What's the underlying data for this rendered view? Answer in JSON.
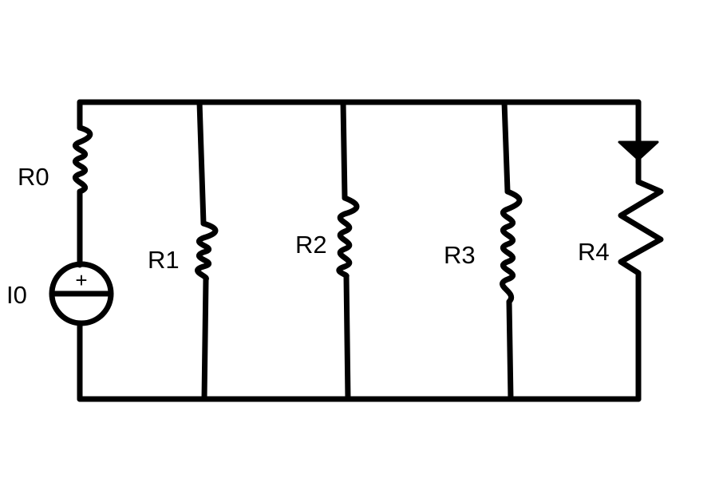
{
  "diagram": {
    "background": "#ffffff",
    "line_color": "#000000",
    "components": [
      {
        "id": "I0",
        "type": "voltage-source",
        "label": "I0",
        "symbol": "+"
      },
      {
        "id": "R0",
        "type": "resistor",
        "label": "R0"
      },
      {
        "id": "R1",
        "type": "resistor",
        "label": "R1"
      },
      {
        "id": "R2",
        "type": "resistor",
        "label": "R2"
      },
      {
        "id": "R3",
        "type": "resistor",
        "label": "R3"
      },
      {
        "id": "R4",
        "type": "resistor",
        "label": "R4"
      }
    ],
    "current_arrow": {
      "branch": "R4",
      "direction": "down"
    }
  }
}
